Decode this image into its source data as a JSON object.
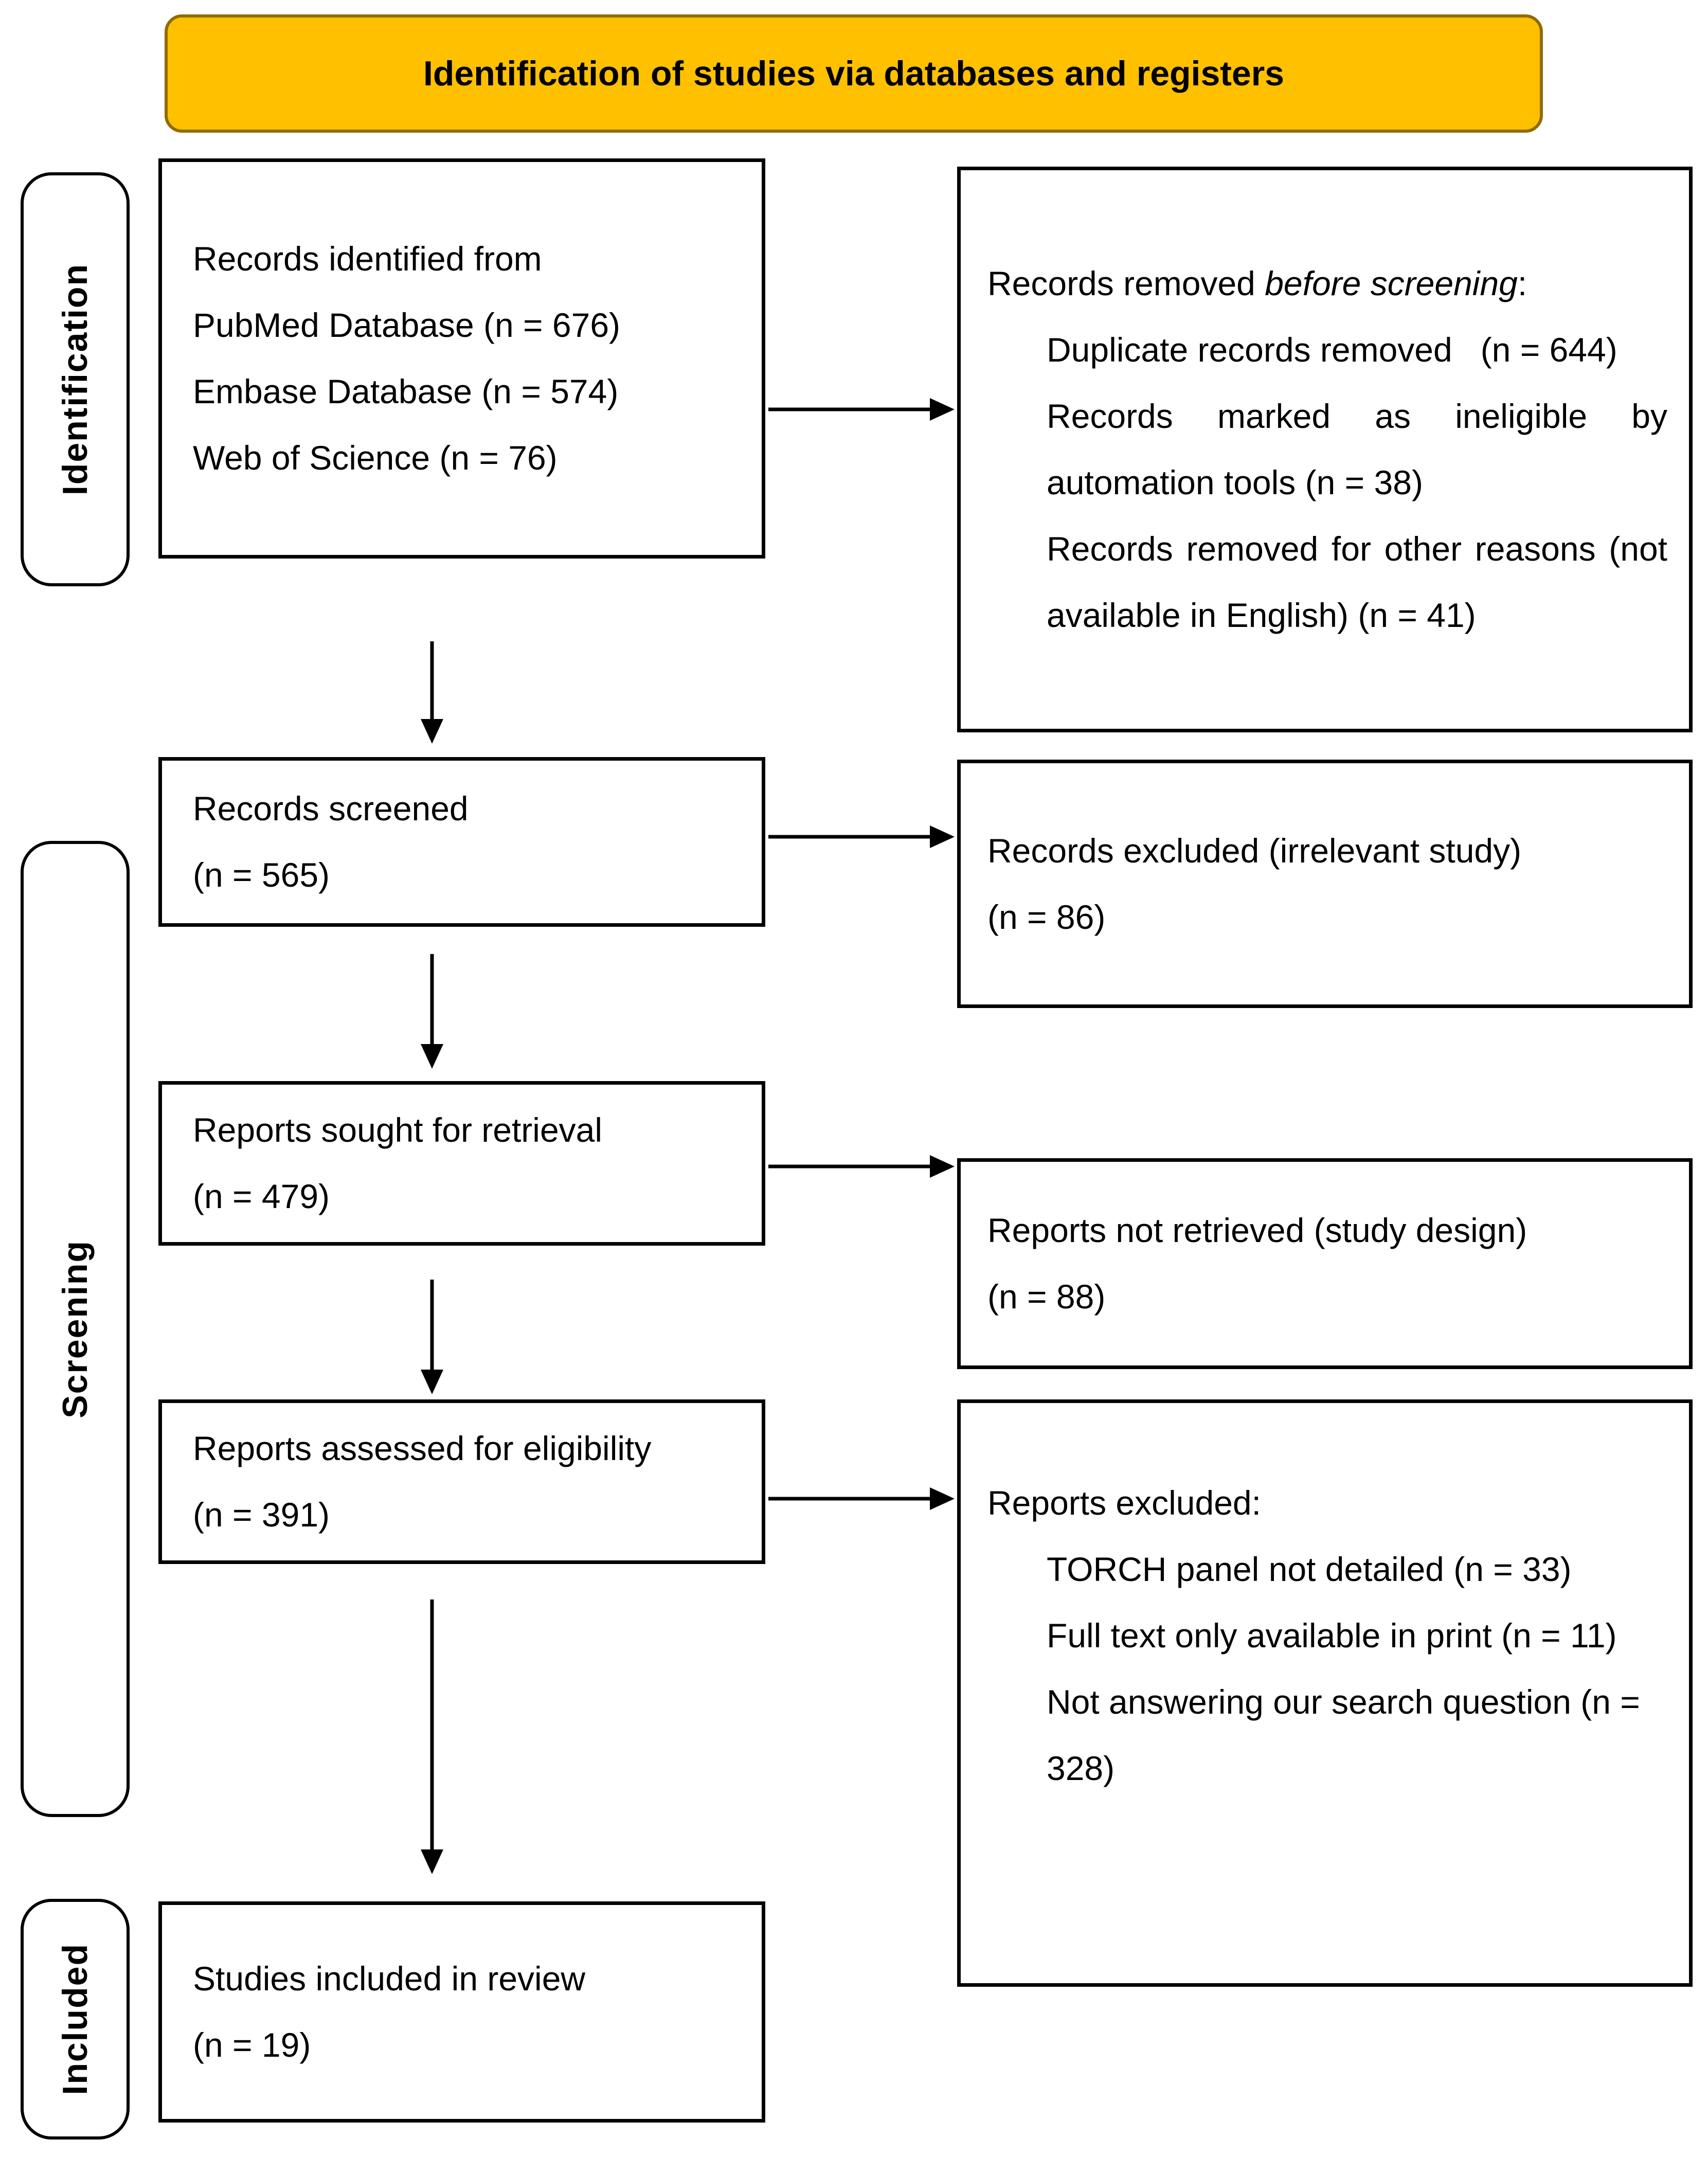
{
  "title": "Identification of studies via databases and registers",
  "stages": [
    "Identification",
    "Screening",
    "Included"
  ],
  "boxes": {
    "records_identified": {
      "lines": [
        "Records identified from",
        "PubMed Database (n = 676)",
        "Embase Database (n = 574)",
        "Web of Science (n = 76)"
      ]
    },
    "records_removed": {
      "heading_prefix": "Records removed ",
      "heading_italic": "before screening",
      "heading_suffix": ":",
      "items": [
        "Duplicate records removed   (n = 644)",
        "Records marked as ineligible by automation tools (n = 38)",
        "Records removed for other reasons (not available in English) (n = 41)"
      ]
    },
    "records_screened": {
      "lines": [
        "Records screened",
        "(n = 565)"
      ]
    },
    "records_excluded": {
      "lines": [
        "Records excluded (irrelevant study)",
        "(n = 86)"
      ]
    },
    "reports_sought": {
      "lines": [
        "Reports sought for retrieval",
        "(n = 479)"
      ]
    },
    "reports_not_retrieved": {
      "lines": [
        "Reports not retrieved (study design)",
        "(n = 88)"
      ]
    },
    "reports_assessed": {
      "lines": [
        "Reports assessed for eligibility",
        "(n = 391)"
      ]
    },
    "reports_excluded": {
      "heading": "Reports excluded:",
      "items": [
        "TORCH panel not detailed (n = 33)",
        "Full text only available in print (n = 11)",
        "Not answering our search question (n = 328)"
      ]
    },
    "studies_included": {
      "lines": [
        "Studies included in review",
        "(n = 19)"
      ]
    }
  },
  "colors": {
    "banner_bg": "#FFC000",
    "banner_border": "#8F6C00",
    "box_border": "#000000",
    "arrow": "#000000",
    "text": "#000000",
    "page_bg": "#FFFFFF"
  }
}
